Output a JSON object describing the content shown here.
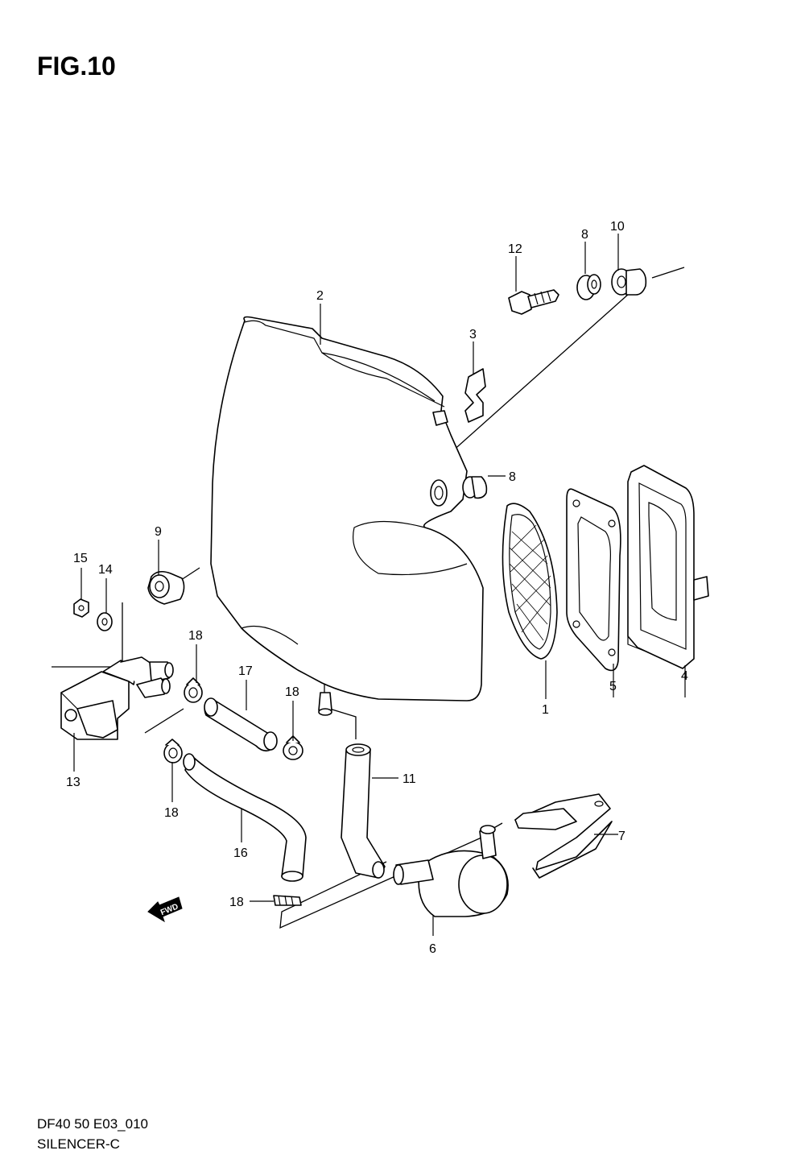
{
  "figure": {
    "title": "FIG.10"
  },
  "footer": {
    "code": "DF40 50 E03_010",
    "name": "SILENCER-C"
  },
  "fwd_marker": {
    "text": "FWD"
  },
  "callouts": [
    {
      "id": "1",
      "label": "1"
    },
    {
      "id": "2",
      "label": "2"
    },
    {
      "id": "3",
      "label": "3"
    },
    {
      "id": "4",
      "label": "4"
    },
    {
      "id": "5",
      "label": "5"
    },
    {
      "id": "6",
      "label": "6"
    },
    {
      "id": "7",
      "label": "7"
    },
    {
      "id": "8a",
      "label": "8"
    },
    {
      "id": "8b",
      "label": "8"
    },
    {
      "id": "9",
      "label": "9"
    },
    {
      "id": "10",
      "label": "10"
    },
    {
      "id": "11",
      "label": "11"
    },
    {
      "id": "12",
      "label": "12"
    },
    {
      "id": "13",
      "label": "13"
    },
    {
      "id": "14",
      "label": "14"
    },
    {
      "id": "15",
      "label": "15"
    },
    {
      "id": "16",
      "label": "16"
    },
    {
      "id": "17",
      "label": "17"
    },
    {
      "id": "18a",
      "label": "18"
    },
    {
      "id": "18b",
      "label": "18"
    },
    {
      "id": "18c",
      "label": "18"
    },
    {
      "id": "18d",
      "label": "18"
    }
  ]
}
